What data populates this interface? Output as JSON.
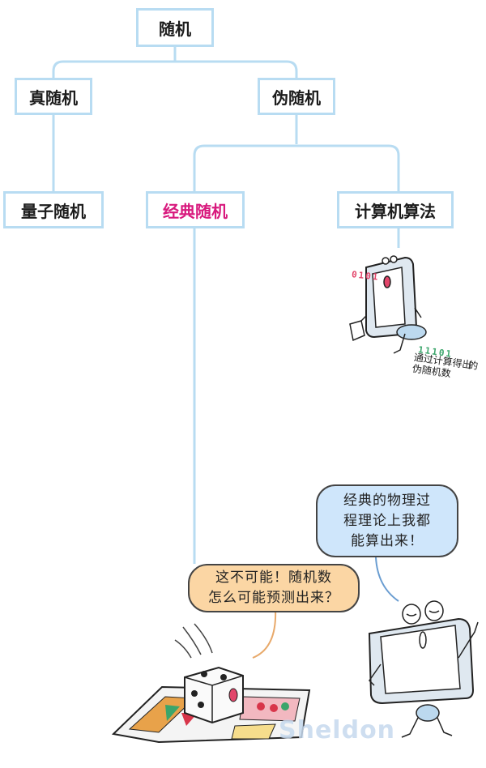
{
  "tree": {
    "root": "随机",
    "true_random": "真随机",
    "pseudo_random": "伪随机",
    "quantum_random": "量子随机",
    "classical_random": "经典随机",
    "computer_algorithm": "计算机算法"
  },
  "bubbles": {
    "dice_line1": "这不可能！随机数",
    "dice_line2": "怎么可能预测出来？",
    "computer_line1": "经典的物理过",
    "computer_line2": "程理论上我都",
    "computer_line3": "能算出来！"
  },
  "computer_caption": {
    "bits_out": "0101",
    "bits_in": "11101",
    "line1": "通过计算得出",
    "line2": "的伪随机数"
  },
  "watermark": "Sheldon",
  "colors": {
    "connector": "#b8dcf2",
    "highlight": "#d8197d",
    "orange_bubble": "#fbd6a4",
    "blue_bubble": "#cfe6fb"
  }
}
